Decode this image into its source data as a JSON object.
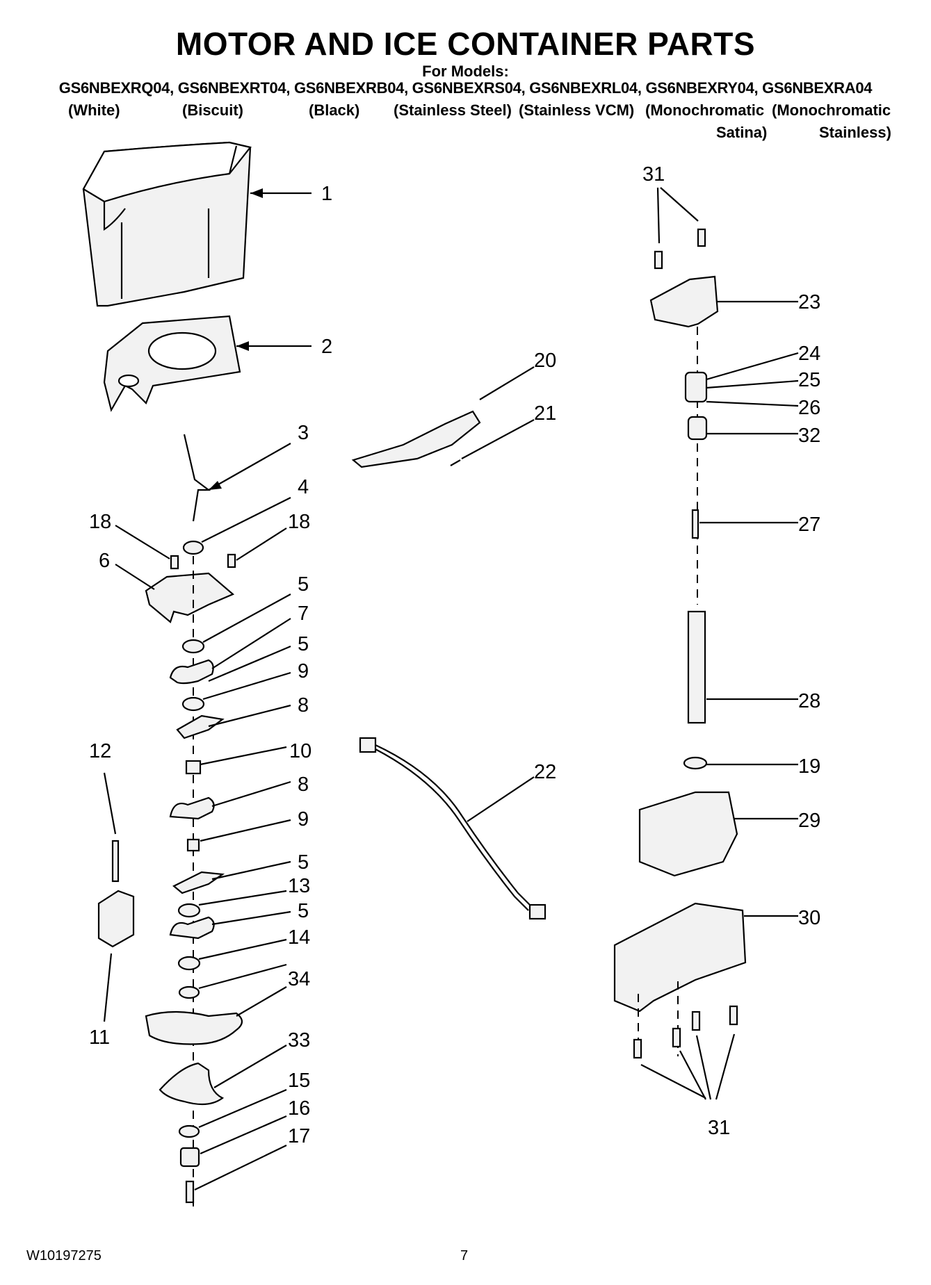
{
  "header": {
    "title": "MOTOR AND ICE CONTAINER PARTS",
    "subtitle": "For Models:",
    "models_line": "GS6NBEXRQ04, GS6NBEXRT04, GS6NBEXRB04, GS6NBEXRS04, GS6NBEXRL04, GS6NBEXRY04, GS6NBEXRA04",
    "finishes": [
      "(White)",
      "(Biscuit)",
      "(Black)",
      "(Stainless Steel)",
      "(Stainless VCM)",
      "(Monochromatic",
      "(Monochromatic"
    ],
    "finishes_line2": [
      "Satina)",
      "Stainless)"
    ]
  },
  "callouts": {
    "c1": "1",
    "c2": "2",
    "c3": "3",
    "c4": "4",
    "c5a": "5",
    "c5b": "5",
    "c5c": "5",
    "c5d": "5",
    "c6": "6",
    "c7": "7",
    "c8a": "8",
    "c8b": "8",
    "c9a": "9",
    "c9b": "9",
    "c10": "10",
    "c11": "11",
    "c12": "12",
    "c13": "13",
    "c14": "14",
    "c15": "15",
    "c16": "16",
    "c17": "17",
    "c18a": "18",
    "c18b": "18",
    "c19": "19",
    "c20": "20",
    "c21": "21",
    "c22": "22",
    "c23": "23",
    "c24": "24",
    "c25": "25",
    "c26": "26",
    "c27": "27",
    "c28": "28",
    "c29": "29",
    "c30": "30",
    "c31a": "31",
    "c31b": "31",
    "c32": "32",
    "c33": "33",
    "c34": "34"
  },
  "footer": {
    "doc_number": "W10197275",
    "page_number": "7"
  }
}
